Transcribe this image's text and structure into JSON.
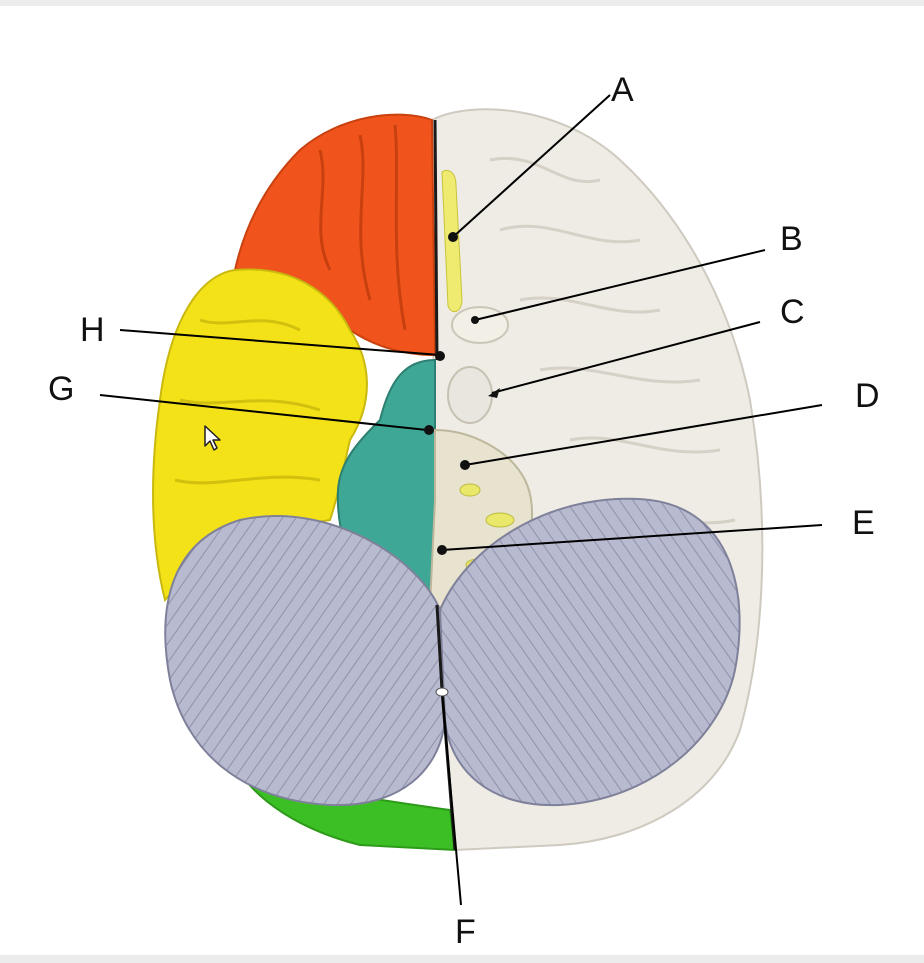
{
  "labels": {
    "A": "A",
    "B": "B",
    "C": "C",
    "D": "D",
    "E": "E",
    "F": "F",
    "G": "G",
    "H": "H"
  },
  "colors": {
    "frontal_left": "#f0541c",
    "temporal_left": "#f3e21a",
    "cerebellum": "#b6b8cf",
    "brainstem": "#3fa796",
    "right_hemisphere": "#efece5",
    "occipital": "#3cbf24",
    "nerves": "#e9e86b"
  }
}
